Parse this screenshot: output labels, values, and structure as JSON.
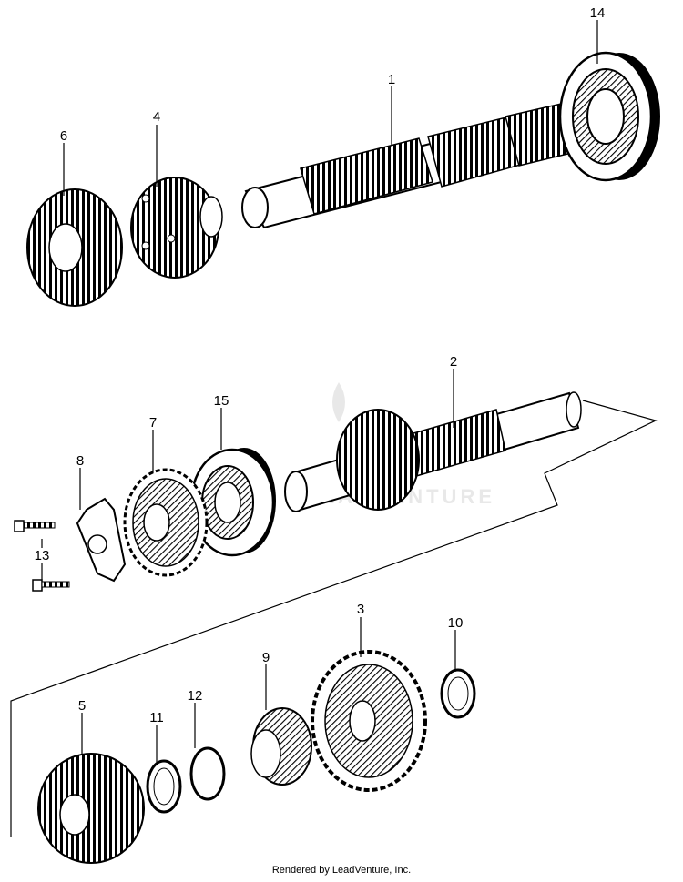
{
  "callouts": {
    "c1": "1",
    "c2": "2",
    "c3": "3",
    "c4": "4",
    "c5": "5",
    "c6": "6",
    "c7": "7",
    "c8": "8",
    "c9": "9",
    "c10": "10",
    "c11": "11",
    "c12": "12",
    "c13": "13",
    "c14": "14",
    "c15": "15"
  },
  "watermark": "LEADVENTURE",
  "footer": "Rendered by LeadVenture, Inc.",
  "colors": {
    "ink": "#000000",
    "paper": "#ffffff",
    "watermark": "#e6e6e6"
  }
}
